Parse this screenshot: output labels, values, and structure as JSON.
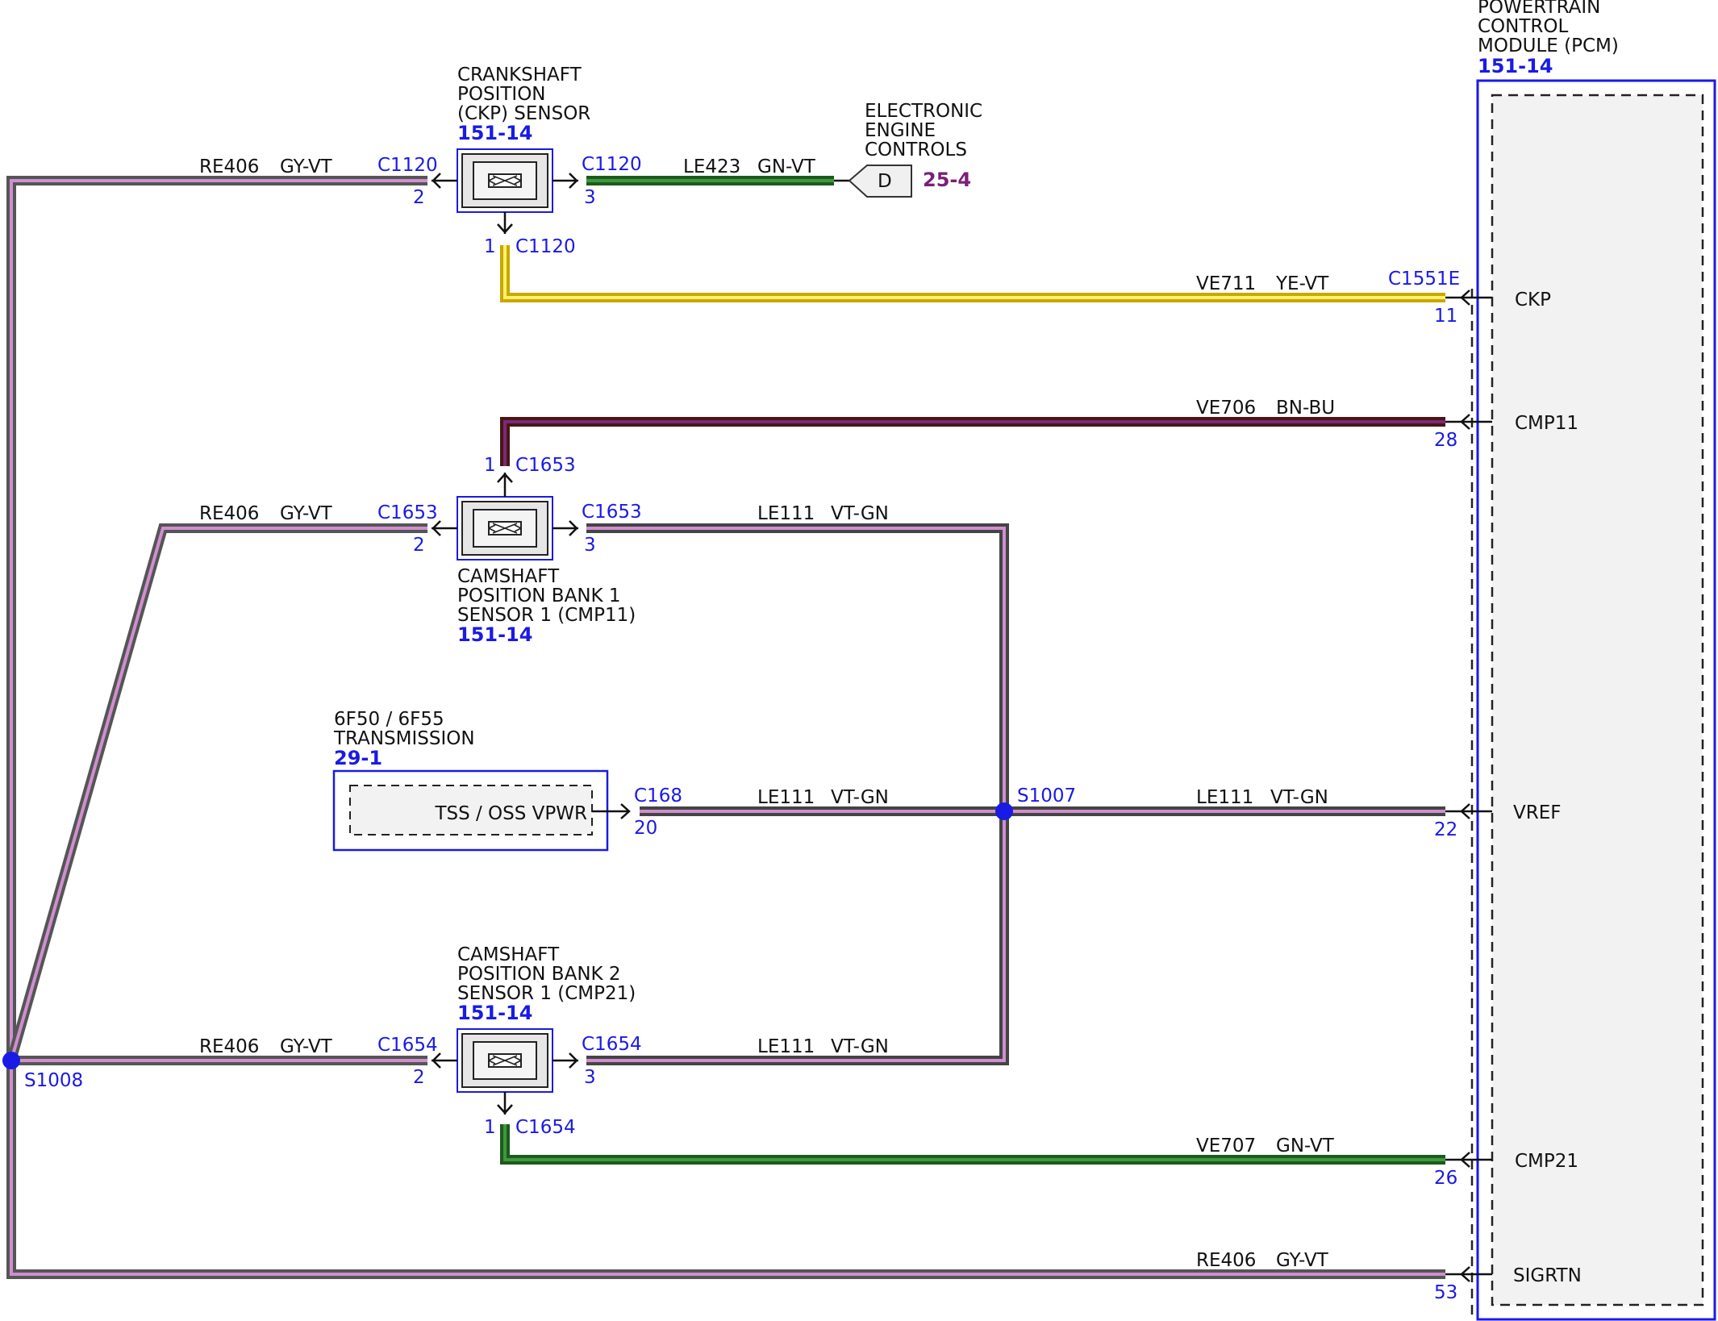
{
  "colors": {
    "connector_blue": "#1a1ae6",
    "ref_purple": "#7a1f78",
    "wire_gy_vt": [
      "#7a7a7a",
      "#cf8fcf"
    ],
    "wire_vt_gn": [
      "#cf8fcf",
      "#2e7d2e"
    ],
    "wire_ye_vt": [
      "#e6c800",
      "#fff16a"
    ],
    "wire_gn_vt": [
      "#1e5a1e",
      "#3c9a3c"
    ],
    "wire_bn_bu": [
      "#5a1b1b",
      "#7a2a7a"
    ],
    "module_fill": "#f2f2f2"
  },
  "pcm": {
    "title": [
      "POWERTRAIN",
      "CONTROL",
      "MODULE (PCM)"
    ],
    "ref": "151-14",
    "pins": [
      {
        "name": "CKP",
        "pin": "11"
      },
      {
        "name": "CMP11",
        "pin": "28"
      },
      {
        "name": "VREF",
        "pin": "22"
      },
      {
        "name": "CMP21",
        "pin": "26"
      },
      {
        "name": "SIGRTN",
        "pin": "53"
      }
    ],
    "connector": "C1551E"
  },
  "ckp_sensor": {
    "title": [
      "CRANKSHAFT",
      "POSITION",
      "(CKP) SENSOR"
    ],
    "ref": "151-14",
    "connector": "C1120",
    "pins": {
      "left": "2",
      "right": "3",
      "bottom": "1"
    }
  },
  "cmp11_sensor": {
    "title": [
      "CAMSHAFT",
      "POSITION BANK 1",
      "SENSOR 1 (CMP11)"
    ],
    "ref": "151-14",
    "connector": "C1653",
    "pins": {
      "left": "2",
      "right": "3",
      "top": "1"
    }
  },
  "cmp21_sensor": {
    "title": [
      "CAMSHAFT",
      "POSITION BANK 2",
      "SENSOR 1 (CMP21)"
    ],
    "ref": "151-14",
    "connector": "C1654",
    "pins": {
      "left": "2",
      "right": "3",
      "bottom": "1"
    }
  },
  "transmission": {
    "title": [
      "6F50 / 6F55",
      "TRANSMISSION"
    ],
    "ref": "29-1",
    "inner_label": "TSS / OSS VPWR",
    "connector": "C168",
    "pin": "20"
  },
  "eec": {
    "title": [
      "ELECTRONIC",
      "ENGINE",
      "CONTROLS"
    ],
    "letter": "D",
    "ref": "25-4"
  },
  "splices": {
    "s1007": "S1007",
    "s1008": "S1008"
  },
  "wires": {
    "re406": {
      "circuit": "RE406",
      "color": "GY-VT"
    },
    "le423": {
      "circuit": "LE423",
      "color": "GN-VT"
    },
    "ve711": {
      "circuit": "VE711",
      "color": "YE-VT"
    },
    "ve706": {
      "circuit": "VE706",
      "color": "BN-BU"
    },
    "le111": {
      "circuit": "LE111",
      "color": "VT-GN"
    },
    "ve707": {
      "circuit": "VE707",
      "color": "GN-VT"
    }
  }
}
